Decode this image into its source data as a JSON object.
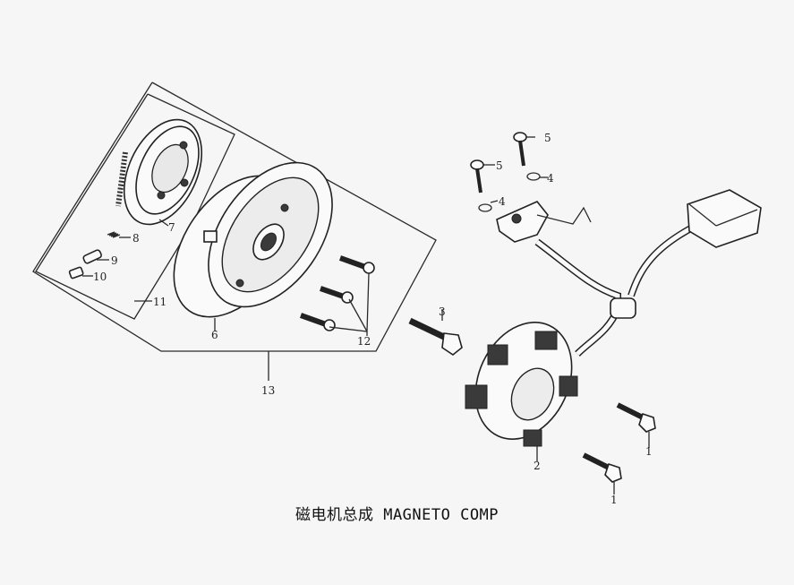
{
  "caption": "磁电机总成 MAGNETO COMP",
  "callouts": {
    "c1a": "1",
    "c1b": "1",
    "c2": "2",
    "c3": "3",
    "c4a": "4",
    "c4b": "4",
    "c5a": "5",
    "c5b": "5",
    "c6": "6",
    "c7": "7",
    "c8": "8",
    "c9": "9",
    "c10": "10",
    "c11": "11",
    "c12": "12",
    "c13": "13"
  }
}
